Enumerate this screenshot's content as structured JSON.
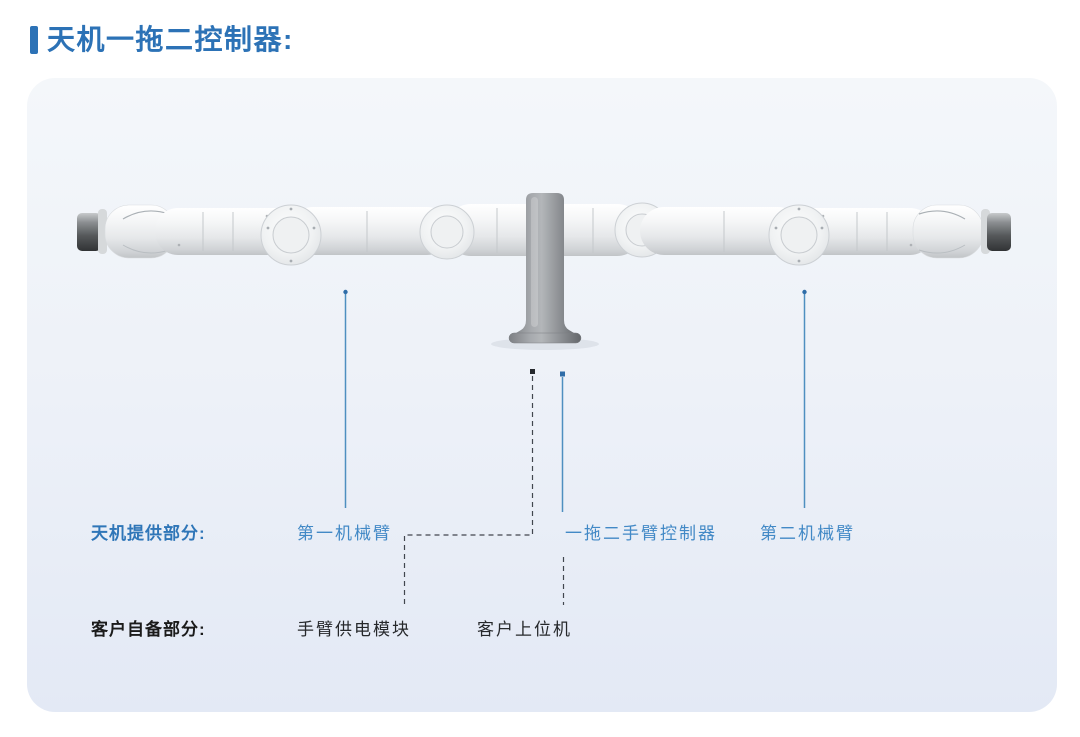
{
  "header": {
    "title": "天机一拖二控制器:"
  },
  "diagram": {
    "illustration_name": "dual-arm-robot-on-pedestal",
    "provided_row": {
      "title": "天机提供部分:",
      "items": {
        "arm1": "第一机械臂",
        "controller": "一拖二手臂控制器",
        "arm2": "第二机械臂"
      }
    },
    "customer_row": {
      "title": "客户自备部分:",
      "items": {
        "power_module": "手臂供电模块",
        "host_computer": "客户上位机"
      }
    }
  },
  "colors": {
    "accent_blue": "#2c72b6",
    "row_title_blue": "#2f76b8",
    "label_blue": "#4289c6",
    "callout_line_blue": "#4e8fc0",
    "callout_dot_blue": "#2f6da8",
    "dashed_line_gray": "#41464e",
    "text_dark": "#1b1b1b",
    "panel_gradient_top": "#f4f7fa",
    "panel_gradient_bottom": "#e3e9f5"
  }
}
